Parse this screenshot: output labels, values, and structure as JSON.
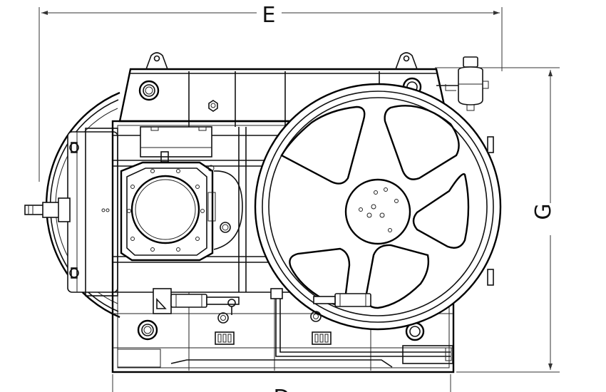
{
  "dimensions": {
    "width_label": "E",
    "height_label": "G",
    "depth_label": "D"
  }
}
